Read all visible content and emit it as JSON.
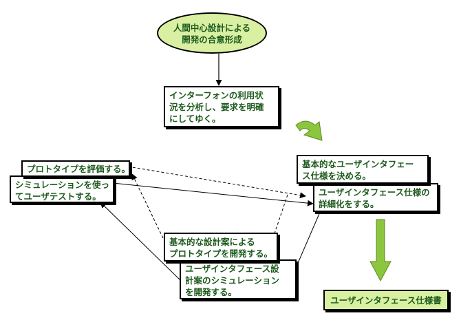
{
  "nodes": {
    "consensus": "人間中心設計による\n開発の合意形成",
    "analyze": "インターフォンの利用状\n況を分析し、要求を明確\nにしてゆく。",
    "basic_spec": "基本的なユーザインタフェー\nス仕様を決める。",
    "detail_spec": "ユーザインタフェース仕様の\n詳細化をする。",
    "evaluate": "プロトタイプを評価する。",
    "sim_test": "シミュレーションを使っ\nてユーザテストする。",
    "prototype": "基本的な設計案による\nプロトタイプを開発する。",
    "ui_sim": "ユーザインタフェース設\n計案のシミュレーション\nを開発する。",
    "result": "ユーザインタフェース仕様書"
  },
  "colors": {
    "text": "#1d5a1d",
    "ellipse_fill": "#d9f0a3",
    "arrow_fill": "#8cc63f",
    "arrow_stroke": "#5a8a1e"
  },
  "icons": {
    "curved_arrow": "curved-arrow",
    "down_arrow": "thick-down-arrow"
  }
}
